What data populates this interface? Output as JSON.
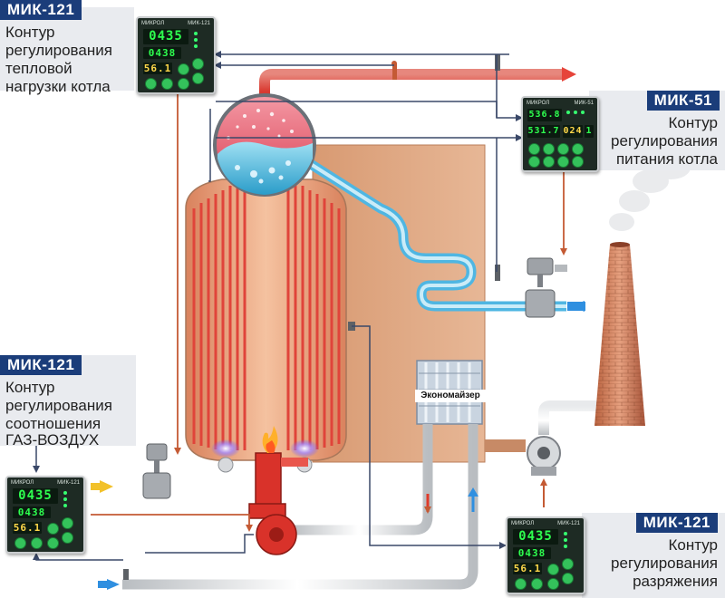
{
  "labels": {
    "tl": {
      "tag": "МИК-121",
      "lines": [
        "Контур",
        "регулирования",
        "тепловой",
        "нагрузки котла"
      ]
    },
    "tr": {
      "tag": "МИК-51",
      "lines": [
        "Контур",
        "регулирования",
        "питания котла"
      ]
    },
    "ml": {
      "tag": "МИК-121",
      "lines": [
        "Контур",
        "регулирования",
        "соотношения",
        "ГАЗ-ВОЗДУХ"
      ]
    },
    "br": {
      "tag": "МИК-121",
      "lines": [
        "Контур",
        "регулирования",
        "разряжения"
      ]
    }
  },
  "economizer": "Экономайзер",
  "controllers": {
    "mik121": {
      "brand": "МИКРОЛ",
      "model": "МИК-121",
      "display1": "0435",
      "display2": "0438",
      "display3": "56.1"
    },
    "mik51": {
      "brand": "МИКРОЛ",
      "model": "МИК-51",
      "display1": "536.8",
      "display2": "531.7",
      "display3": "024",
      "display4": "1"
    }
  },
  "colors": {
    "tag": "#1b3d7a",
    "label_bg": "#e9ebef",
    "hot_pipe": "#e6443a",
    "cold_pipe": "#8fd3f0",
    "gas_pipe": "#f4e23a",
    "furnace": "#e9a07a",
    "brick": "#c97a5a",
    "signal_line": "#3a4868",
    "flow_arrow_blue": "#2f8fe0",
    "flow_arrow_red": "#e03a2a"
  }
}
